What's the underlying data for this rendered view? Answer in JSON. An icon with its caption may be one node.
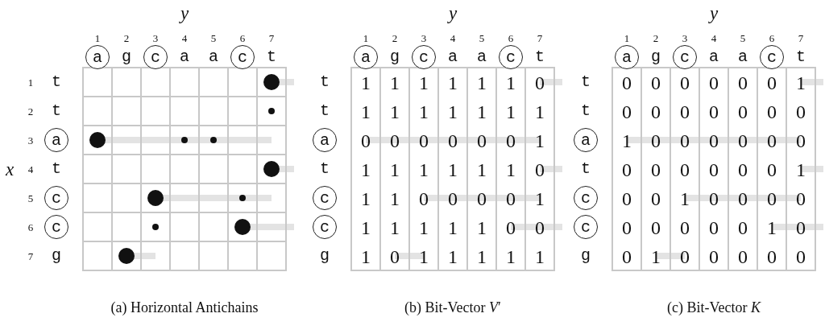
{
  "diagram": {
    "nodes": [
      {
        "text": [
          "a"
        ]
      },
      {
        "text": [
          "c"
        ]
      },
      {
        "text": [
          "c"
        ]
      },
      {
        "text": [
          "a"
        ]
      },
      {
        "text": [
          "c"
        ]
      },
      {
        "text": [
          "c"
        ]
      },
      {
        "text": [
          "a"
        ]
      },
      {
        "text": [
          "c"
        ]
      },
      {
        "text": [
          "c"
        ]
      },
      {
        "text": [
          "a"
        ]
      },
      {
        "text": [
          "c"
        ]
      },
      {
        "text": [
          "c"
        ]
      },
      {
        "text": [
          "a"
        ]
      },
      {
        "text": [
          "c"
        ]
      },
      {
        "text": [
          "c"
        ]
      },
      {
        "text": [
          "a"
        ]
      },
      {
        "text": [
          "c"
        ]
      },
      {
        "text": [
          "c"
        ]
      }
    ],
    "edges": [],
    "labels": [
      "y",
      "1",
      "2",
      "3",
      "4",
      "5",
      "6",
      "7",
      "g",
      "a",
      "a",
      "t",
      "1",
      "t",
      "2",
      "t",
      "3",
      "x",
      "4",
      "t",
      "5",
      "6",
      "7",
      "g",
      "(a) Horizontal Antichains",
      "y",
      "1",
      "2",
      "3",
      "4",
      "5",
      "6",
      "7",
      "g",
      "a",
      "a",
      "t",
      "t",
      "t",
      "t",
      "g",
      "1",
      "1",
      "1",
      "1",
      "1",
      "1",
      "0",
      "1",
      "1",
      "1",
      "1",
      "1",
      "1",
      "1",
      "0",
      "0",
      "0",
      "0",
      "0",
      "0",
      "1",
      "1",
      "1",
      "1",
      "1",
      "1",
      "1",
      "0",
      "1",
      "1",
      "0",
      "0",
      "0",
      "0",
      "1",
      "1",
      "1",
      "1",
      "1",
      "1",
      "0",
      "0",
      "1",
      "0",
      "1",
      "1",
      "1",
      "1",
      "1",
      "(b) Bit-Vector *V*′",
      "y",
      "1",
      "2",
      "3",
      "4",
      "5",
      "6",
      "7",
      "g",
      "a",
      "a",
      "t",
      "t",
      "t",
      "t",
      "g",
      "0",
      "0",
      "0",
      "0",
      "0",
      "0",
      "1",
      "0",
      "0",
      "0",
      "0",
      "0",
      "0",
      "0",
      "1",
      "0",
      "0",
      "0",
      "0",
      "0",
      "0",
      "0",
      "0",
      "0",
      "0",
      "0",
      "0",
      "1",
      "0",
      "0",
      "1",
      "0",
      "0",
      "0",
      "0",
      "0",
      "0",
      "0",
      "0",
      "0",
      "1",
      "0",
      "0",
      "1",
      "0",
      "0",
      "0",
      "0",
      "0",
      "(c) Bit-Vector *K*"
    ]
  }
}
